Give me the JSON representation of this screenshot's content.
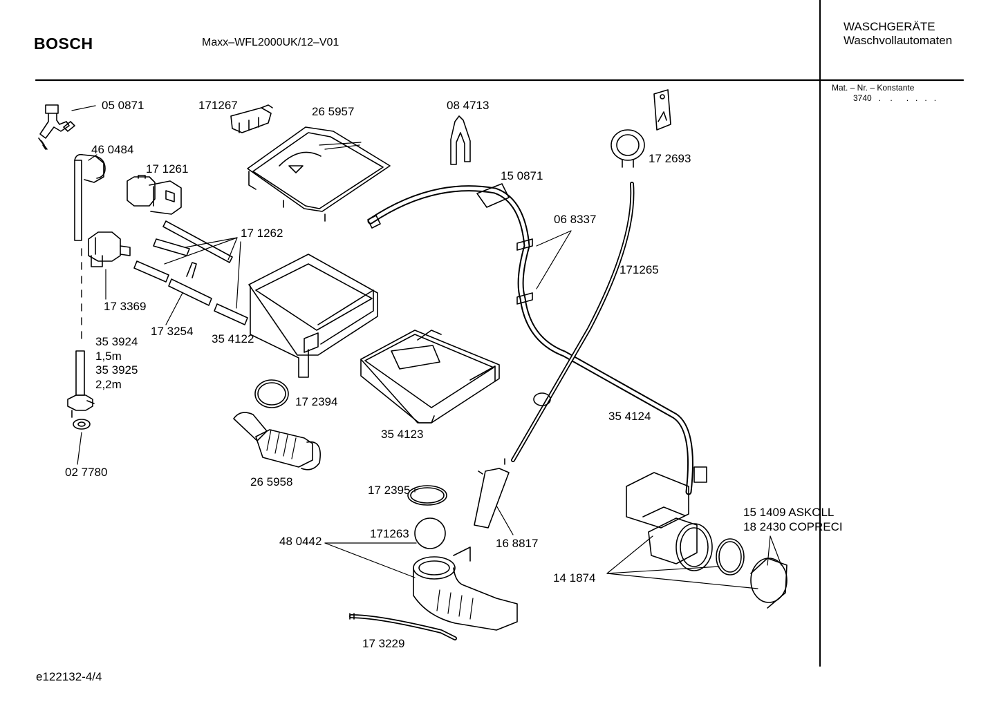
{
  "header": {
    "brand": "BOSCH",
    "model": "Maxx–WFL2000UK/12–V01",
    "category_line1": "WASCHGERÄTE",
    "category_line2": "Waschvollautomaten",
    "mat_label": "Mat. – Nr. – Konstante",
    "mat_value": "3740   .    .      .   .   .   ."
  },
  "footer": {
    "drawing_id": "e122132-4/4"
  },
  "parts": [
    {
      "id": "p050871",
      "text": "05 0871"
    },
    {
      "id": "p171267",
      "text": "171267"
    },
    {
      "id": "p265957",
      "text": "26 5957"
    },
    {
      "id": "p084713",
      "text": "08 4713"
    },
    {
      "id": "p172693",
      "text": "17 2693"
    },
    {
      "id": "p460484",
      "text": "46 0484"
    },
    {
      "id": "p171261",
      "text": "17 1261"
    },
    {
      "id": "p150871",
      "text": "15 0871"
    },
    {
      "id": "p068337",
      "text": "06 8337"
    },
    {
      "id": "p171262",
      "text": "17 1262"
    },
    {
      "id": "p171265",
      "text": "171265"
    },
    {
      "id": "p173369",
      "text": "17 3369"
    },
    {
      "id": "p173254",
      "text": "17 3254"
    },
    {
      "id": "p354122",
      "text": "35 4122"
    },
    {
      "id": "p353924",
      "text": "35 3924"
    },
    {
      "id": "p15m",
      "text": "1,5m"
    },
    {
      "id": "p353925",
      "text": "35 3925"
    },
    {
      "id": "p22m",
      "text": "2,2m"
    },
    {
      "id": "p172394",
      "text": "17 2394"
    },
    {
      "id": "p354124",
      "text": "35 4124"
    },
    {
      "id": "p354123",
      "text": "35 4123"
    },
    {
      "id": "p027780",
      "text": "02 7780"
    },
    {
      "id": "p265958",
      "text": "26 5958"
    },
    {
      "id": "p172395",
      "text": "17 2395"
    },
    {
      "id": "p151409",
      "text": "15 1409  ASKOLL"
    },
    {
      "id": "p182430",
      "text": "18 2430  COPRECI"
    },
    {
      "id": "p171263",
      "text": "171263"
    },
    {
      "id": "p480442",
      "text": "48 0442"
    },
    {
      "id": "p168817",
      "text": "16 8817"
    },
    {
      "id": "p141874",
      "text": "14 1874"
    },
    {
      "id": "p173229",
      "text": "17 3229"
    }
  ]
}
